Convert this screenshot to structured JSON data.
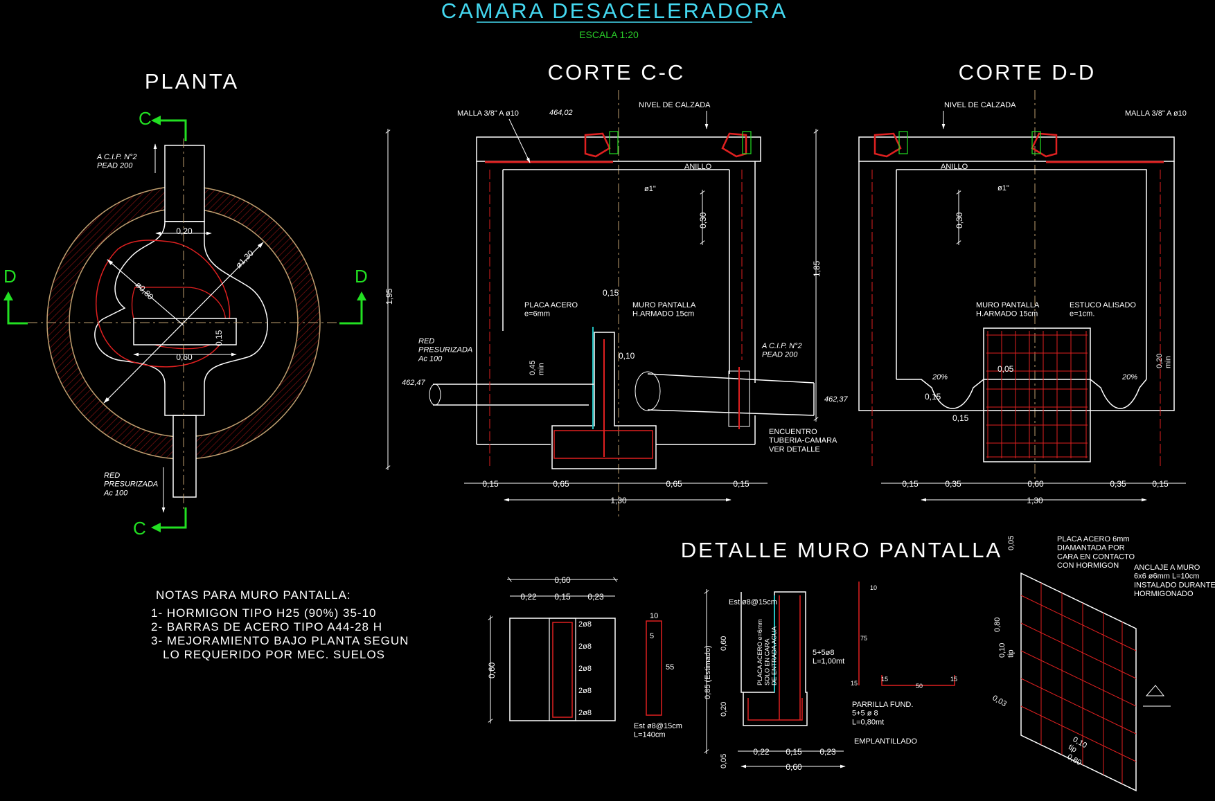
{
  "title": "CAMARA DESACELERADORA",
  "scale": "ESCALA 1:20",
  "colors": {
    "background": "#000000",
    "wall": "#ffffff",
    "rebar": "#ff2020",
    "hatch": "#7a1010",
    "axis": "#c0a070",
    "title": "#44d8f0",
    "arrow": "#22e022",
    "dim": "#ffffff",
    "text": "#ffffff"
  },
  "planta": {
    "title": "PLANTA",
    "section_c": "C",
    "section_d": "D",
    "pipe_top": "A C.I.P. N°2\nPEAD 200",
    "pipe_bottom": "RED\nPRESURIZADA\nAc 100",
    "dim_020": "0,20",
    "dim_130": "ø1,30",
    "dim_080": "ø0,80",
    "dim_015": "0,15",
    "dim_060": "0,60"
  },
  "corte_cc": {
    "title": "CORTE C-C",
    "malla": "MALLA 3/8\" A ø10",
    "elev_top": "464,02",
    "nivel": "NIVEL DE CALZADA",
    "anillo": "ANILLO",
    "phi1": "ø1\"",
    "dim_030": "0,30",
    "dim_195": "1,95",
    "dim_185": "1,85",
    "dim_015a": "0,15",
    "placa": "PLACA ACERO\ne=6mm",
    "muro": "MURO PANTALLA\nH.ARMADO 15cm",
    "red": "RED\nPRESURIZADA\nAc 100",
    "elev_in": "462,47",
    "dim_045": "0,45\nmin",
    "dim_010": "0,10",
    "cip": "A C.I.P. N°2\nPEAD 200",
    "elev_out": "462,37",
    "encuentro": "ENCUENTRO\nTUBERIA-CAMARA\nVER DETALLE",
    "bottom_dims": [
      "0,15",
      "0,65",
      "0,65",
      "0,15"
    ],
    "total": "1,30"
  },
  "corte_dd": {
    "title": "CORTE D-D",
    "nivel": "NIVEL DE CALZADA",
    "malla": "MALLA 3/8\" A ø10",
    "anillo": "ANILLO",
    "phi1": "ø1\"",
    "dim_030": "0,30",
    "muro": "MURO PANTALLA\nH.ARMADO 15cm",
    "estuco": "ESTUCO ALISADO\ne=1cm.",
    "dim_020": "0,20\nmin",
    "pct_l": "20%",
    "pct_r": "20%",
    "dim_005": "0,05",
    "dim_015a": "0,15",
    "dim_015b": "0,15",
    "bottom_dims": [
      "0,15",
      "0,35",
      "0,60",
      "0,35",
      "0,15"
    ],
    "total": "1,30"
  },
  "notas": {
    "title": "NOTAS PARA MURO PANTALLA:",
    "items": [
      "1- HORMIGON TIPO H25 (90%) 35-10",
      "2- BARRAS DE ACERO TIPO A44-28 H",
      "3- MEJORAMIENTO BAJO PLANTA SEGUN",
      "   LO REQUERIDO POR MEC. SUELOS"
    ]
  },
  "detalle": {
    "title": "DETALLE MURO PANTALLA",
    "sec_top": "0,60",
    "sec_dims": [
      "0,22",
      "0,15",
      "0,23"
    ],
    "sec_side": "0,60",
    "bars": [
      "2ø8",
      "2ø8",
      "2ø8",
      "2ø8",
      "2ø8"
    ],
    "stirrup_10": "10",
    "stirrup_5": "5",
    "stirrup_55": "55",
    "stirrup_lbl": "Est ø8@15cm\nL=140cm",
    "est": "Est ø8@15cm",
    "placa_v": "PLACA ACERO e=6mm\nSOLO EN CARA\nDE ENTRADA AGUA",
    "bars_lbl": "5+5ø8\nL=1,00mt",
    "parrilla": "PARRILLA FUND.\n5+5 ø 8\nL=0,80mt",
    "emplant": "EMPLANTILLADO",
    "d_085": "0,85 (Estimado)",
    "d_060": "0,60",
    "d_020": "0,20",
    "d_005": "0,05",
    "bot_dims": [
      "0,22",
      "0,15",
      "0,23"
    ],
    "bot_total": "0,60",
    "u_10": "10",
    "u_75": "75",
    "u_15a": "15",
    "u_15b": "15",
    "u_50": "50",
    "u_15c": "15",
    "iso_placa": "PLACA ACERO 6mm\nDIAMANTADA POR\nCARA EN CONTACTO\nCON HORMIGON",
    "iso_anclaje": "ANCLAJE A MURO\n6x6 ø6mm L=10cm\nINSTALADO DURANTE\nHORMIGONADO",
    "iso_005": "0,05",
    "iso_080": "0,80",
    "iso_010": "0,10\ntip",
    "iso_003": "0,03",
    "iso_010b": "0,10\ntip",
    "iso_080b": "0,80"
  }
}
